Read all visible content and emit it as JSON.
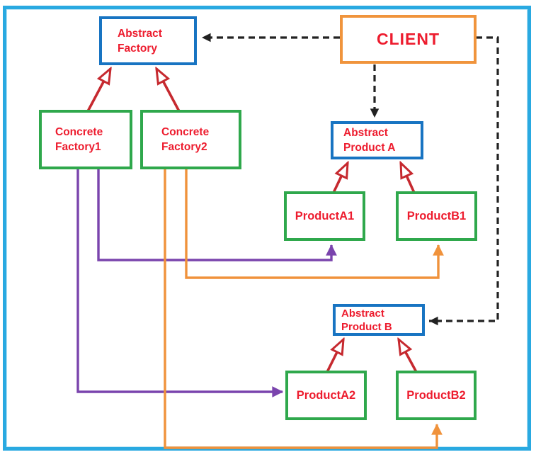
{
  "colors": {
    "frame_blue": "#29a9e1",
    "box_blue": "#1874c2",
    "box_green": "#2fa84c",
    "box_orange": "#f0943c",
    "label_red": "#ed1c2e",
    "line_red": "#c6292f",
    "line_purple": "#7a44ad",
    "line_orange": "#f0923b",
    "line_black": "#222222",
    "canvas_bg": "#ffffff"
  },
  "nodes": {
    "abstract_factory": {
      "line1": "Abstract",
      "line2": "Factory"
    },
    "client": {
      "label": "CLIENT"
    },
    "concrete_factory1": {
      "line1": "Concrete",
      "line2": "Factory1"
    },
    "concrete_factory2": {
      "line1": "Concrete",
      "line2": "Factory2"
    },
    "abstract_product_a": {
      "line1": "Abstract",
      "line2": "Product A"
    },
    "product_a1": {
      "label": "ProductA1"
    },
    "product_b1": {
      "label": "ProductB1"
    },
    "abstract_product_b": {
      "line1": "Abstract",
      "line2": "Product B"
    },
    "product_a2": {
      "label": "ProductA2"
    },
    "product_b2": {
      "label": "ProductB2"
    }
  },
  "edges": [
    {
      "from": "ConcreteFactory1",
      "to": "AbstractFactory",
      "type": "generalization",
      "color": "line_red"
    },
    {
      "from": "ConcreteFactory2",
      "to": "AbstractFactory",
      "type": "generalization",
      "color": "line_red"
    },
    {
      "from": "ProductA1",
      "to": "AbstractProductA",
      "type": "generalization",
      "color": "line_red"
    },
    {
      "from": "ProductB1",
      "to": "AbstractProductA",
      "type": "generalization",
      "color": "line_red"
    },
    {
      "from": "ProductA2",
      "to": "AbstractProductB",
      "type": "generalization",
      "color": "line_red"
    },
    {
      "from": "ProductB2",
      "to": "AbstractProductB",
      "type": "generalization",
      "color": "line_red"
    },
    {
      "from": "CLIENT",
      "to": "AbstractFactory",
      "type": "dashed-dependency",
      "color": "line_black"
    },
    {
      "from": "CLIENT",
      "to": "AbstractProductA",
      "type": "dashed-dependency",
      "color": "line_black"
    },
    {
      "from": "CLIENT",
      "to": "AbstractProductB",
      "type": "dashed-dependency",
      "color": "line_black"
    },
    {
      "from": "ConcreteFactory1",
      "to": "ProductA1",
      "type": "creates",
      "color": "line_purple"
    },
    {
      "from": "ConcreteFactory1",
      "to": "ProductA2",
      "type": "creates",
      "color": "line_purple"
    },
    {
      "from": "ConcreteFactory2",
      "to": "ProductB1",
      "type": "creates",
      "color": "line_orange"
    },
    {
      "from": "ConcreteFactory2",
      "to": "ProductB2",
      "type": "creates",
      "color": "line_orange"
    }
  ]
}
